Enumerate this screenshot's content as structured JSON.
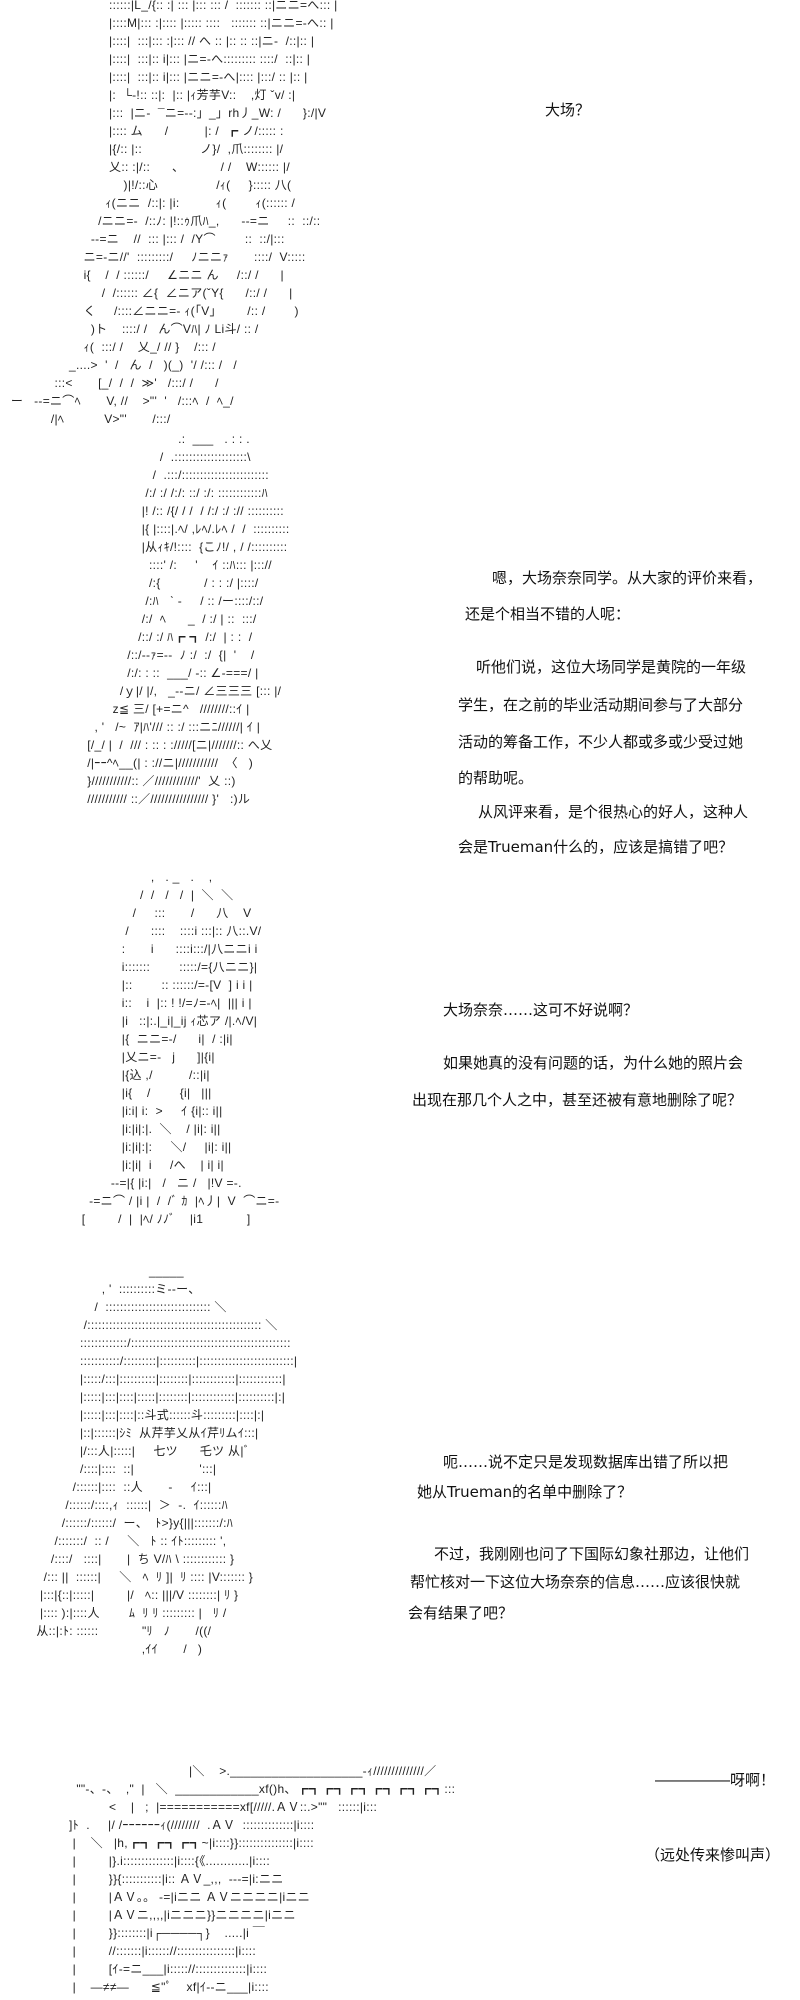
{
  "panels": [
    {
      "art": [
        "                              ::::::|L_/{:: :| ::: |::: ::: /  ::::::: ::|ニニ=へ::: |",
        "                              |::::M|::: :|:::: |::::: ::::   ::::::: ::|ニニ=-へ:: |",
        "                              |::::|  :::|::: :|::: // へ :: |:: :: ::|ニ-  /::|:: |",
        "                              |::::|  :::|:: i|::: |ニ=-へ::::::::: ::::/  ::|:: |",
        "                              |::::|  :::|:: i|::: |ニニ=-へ|:::: |:::/ :: |:: |",
        "                              |:  └-!:: ::|:  |:: |ｨ芳芋V::    ,灯 ˇv/ :|",
        "                              |:::  |ニ-  ¯ニ=--:」_」rh丿_W: /      }:/|V",
        "                              |:::: ム      /          |: /  ┏ ノ/::::: :",
        "                              |{/:: |::                ノ}/  ,爪:::::::: |/",
        "                              乂:: :|/::      、          / /    W:::::: |/",
        "                                  )|!/::心                /ｨ(     }::::: 八(",
        "                             ｨ(ニニ  /::|: |i:          ｨ(        ｨ(:::::: /",
        "                           /ニニ=-  /::ﾉ: |!::ｩ爪ﾊ_,      --=ニ     ::  ::/::",
        "                         --=ニ    //  ::: |::: /  /Y⌒        ::  ::/|:::",
        "                       ニ=-ニ//'  :::::::::/     ﾉニニｧ       ::::/  V:::::",
        "                       i{    /  / ::::::/     ∠ニニ ん     /::/ /      |",
        "                            /  /:::::: ∠{  ∠ニア(ˇY{      /::/ /      |",
        "                       く     /::::∠ニニ=- ｨ(「V」       /:: /        )",
        "                         )ト    ::::/ /   ん⌒Vﾊ| ﾉ Li斗/ :: /",
        "                       ｨ(  :::/ /    乂_/ // }    /::: /",
        "                   _....>  '  /   ん  /   )(_)  '/ /::: /   /",
        "               :::<       [_/  /  /  ≫'   /:::/ /      /",
        "   ー   --=ニ⌒ﾍ       V, //    >\"'  '   /:::ﾍ  /  ﾍ_/",
        "              /|ﾍ           V>\"'       /:::/"
      ],
      "lines": [
        "大场？"
      ]
    },
    {
      "art": [
        "                                                 .:  ___   . : : .",
        "                                            /  .::::::::::::::::::::\\",
        "                                          /  .:::/::::::::::::::::::::::::",
        "                                        /:/ :/ /:/: ::/ :/: ::::::::::::ﾊ",
        "                                       |! /:: /{/ / /  / /:/ :/ :// ::::::::::",
        "                                       |{ |::::|.ﾍ/ ,ﾚﾍ/.ﾚﾍ /  /  ::::::::::",
        "                                       |从ｨｷ/!::::  {こﾉ!/ , / /::::::::::",
        "                                         ::::' /:     '    ｲ ::ﾊ::: |::://",
        "                                         /:{            / : : :/ |::::/",
        "                                        /:ﾊ   ˋ -     / :: /ー::::/::/",
        "                                       /:/  ﾍ      _  / :/ | ::  :::/",
        "                                      /::/ :/ ﾊ┏ ┓ /:/  | : :  /",
        "                                   /::/--ｧ=--  ﾉ :/  :/  {|  '    /",
        "                                   /:/: : ::  ___/ -:: ∠-===/ |",
        "                                 /ｙ|/ |/,   _--ニ/ ∠三三三 [::: |/",
        "                               z≦ 三/ [+=ニ^   ////////::ｲ |",
        "                          , '   /~  ｱ|ﾊ'/// :: :/ :::ニﾆ//////| ｲ |",
        "                        [/_/ |  /  /// : :: : ://///[ニ|///////:: へ乂",
        "                        /|ｰｰ^ﾍ__(| : ://ニ|///////////  〈   )",
        "                        }///////////:: ／////////////'  乂 ::)",
        "                        /////////// ::／//////////////// }'   :)ル"
      ],
      "lines": [
        "嗯，大场奈奈同学。从大家的评价来看，",
        "还是个相当不错的人呢：",
        "听他们说，这位大场同学是黄院的一年级",
        "学生，在之前的毕业活动期间参与了大部分",
        "活动的筹备工作，不少人都或多或少受过她",
        "的帮助呢。",
        "从风评来看，是个很热心的好人，这种人",
        "会是Trueman什么的，应该是搞错了吧？"
      ]
    },
    {
      "art": [
        "                         ,   . _   .    ,",
        "                      /  /   /   /  |  ＼  ＼",
        "                    /     :::       /      八    V",
        "                  /      ::::    ::::i :::|:: 八::.V/",
        "                 :       i      ::::i:::/|八ニニi i",
        "                 i:::::::        :::::/={八ニニ}|",
        "                 |::        :: ::::::/=-[V  ] i i |",
        "                 i::    i  |:: ! !/=ﾉ=-ﾍ|  ||| i |",
        "                 |i   ::|:.|_i|_ij ｨ芯ア /|.ﾍ/V|",
        "                 |{  ニニ=-/      i|  / :|i|",
        "                 |乂ニ=-   j      ]|{i|",
        "                 |{込 ,/          /::|i|",
        "                 |i{    /        {i|   |||",
        "                 |i:i| i:  >     ｲ {i|:: i||",
        "                 |i:|i|:|.  ＼    / |i|: i||",
        "                 |i:|i|:|:     ＼/     |i|: i||",
        "                 |i:|i|  i     /へ    | i| i|",
        "              --=|{ |i:|   /   ニ /   |!V =-.",
        "        -=ニ⌒ / |i |  /  /ﾞ ｶ  |ﾍ丿|  V  ⌒ニ=-",
        "      [         /  |  |ﾍ/ ﾉﾉﾞ    |i1            ]"
      ],
      "lines": [
        "大场奈奈……这可不好说啊？",
        "如果她真的没有问题的话，为什么她的照片会",
        "出现在那几个人之中，甚至还被有意地删除了呢？"
      ]
    },
    {
      "art": [
        "                                         _____",
        "                            , '  ::::::::::ミ--ー、",
        "                          /  ::::::::::::::::::::::::::::: ＼",
        "                       /:::::::::::::::::::::::::::::::::::::::::::::::: ＼",
        "                      :::::::::::::/::::::::::::::::::::::::::::::::::::::::::::",
        "                      :::::::::::/:::::::::|::::::::::|::::::::::::::::::::::::::|",
        "                      |:::::/:::|::::::::::|::::::::|::::::::::::|::::::::::::|",
        "                      |:::::|:::|::::|:::::|::::::::|::::::::::::|::::::::::|:|",
        "                      |:::::|:::|::::|::斗式::::::斗:::::::::|::::|:|",
        "                      |::|::::::|ｼﾐ  从芹芋乂从ｲ芹ﾘムｲ:::|",
        "                      |/:::人|:::::|     七ツ      乇ツ 从|ﾞ",
        "                      /::::|::::  ::|                  ':::|",
        "                    /::::::|::::  ::人       ‐     ｲ:::|",
        "                  /::::::/::::,ｨ  ::::::|  ＞  ‐.  ｲ::::::ﾊ",
        "                 /::::::/::::::/  ー、  ﾄ>}y{|||:::::::/:ﾊ",
        "               /:::::::/  :: /     ＼   ﾄ :: ｲﾄ::::::::: ',",
        "              /::::/   ::::|       |  ち V/ﾊ \\ :::::::::::: }",
        "            /::: ||  ::::::|     ＼   ﾍ  ﾘ ]|  ﾘ :::: |V::::::: }",
        "           |:::|{::|:::::|         |/   ﾍ:: |||/V ::::::::| ﾘ }",
        "           |:::: ):|::::人        ﾑ  ﾘ ﾘ ::::::::: |   ﾘ /",
        "          从::|:ﾄ: ::::::            \"ﾘ   ﾉ       /((/",
        "                                       ,ｲｲ       /   )"
      ],
      "lines": [
        "呃……说不定只是发现数据库出错了所以把",
        "她从Trueman的名单中删除了？",
        "不过，我刚刚也问了下国际幻象社那边，让他们",
        "帮忙核对一下这位大场奈奈的信息……应该很快就",
        "会有结果了吧？"
      ]
    },
    {
      "art": [
        "                                                    |＼    >.___________________-ｨ//////////////／",
        "                     \"\"-、-、  ,\"  |   ＼  ____________xf()h、┏┓┏┓┏┓┏┓┏┓┏┓:::",
        "                              <    |   ;  |===========xf[/////.ＡＶ::.>\"\"   ::::::|i:::",
        "                   ]ﾄ  .     |/ /ｰｰｰｰｰｰｨ(////////  .ＡＶ  ::::::::::::::|i::::",
        "                    |    ＼   |h,┏┓┏┓┏┓~|i::::}}:::::::::::::::|i::::",
        "                    |         |}.i::::::::::::::|i::::{《............|i::::",
        "                    |         }}{:::::::::::|i:: ＡＶ_,,,  ---=|i:ニニ",
        "                    |         |ＡＶ。。 -=|iニニ ＡＶニニニニ|iニニ",
        "                    |         |ＡＶニ,,,,|iニニニ}}ニニニニ|iニニ",
        "                    |         }}::::::::|i┌────┐}    .....|i ￣",
        "                    |         //:::::::|i:::::://::::::::::::::::|i::::",
        "                    |         [ｲ-=ニ___|i::::://::::::::::::::|i::::",
        "                    |    ―≠≠―      ≦\"ﾟ    xf|ｲ--ニ___|i::::"
      ],
      "lines": [
        "―――――呀啊！",
        "（远处传来惨叫声）"
      ]
    }
  ]
}
